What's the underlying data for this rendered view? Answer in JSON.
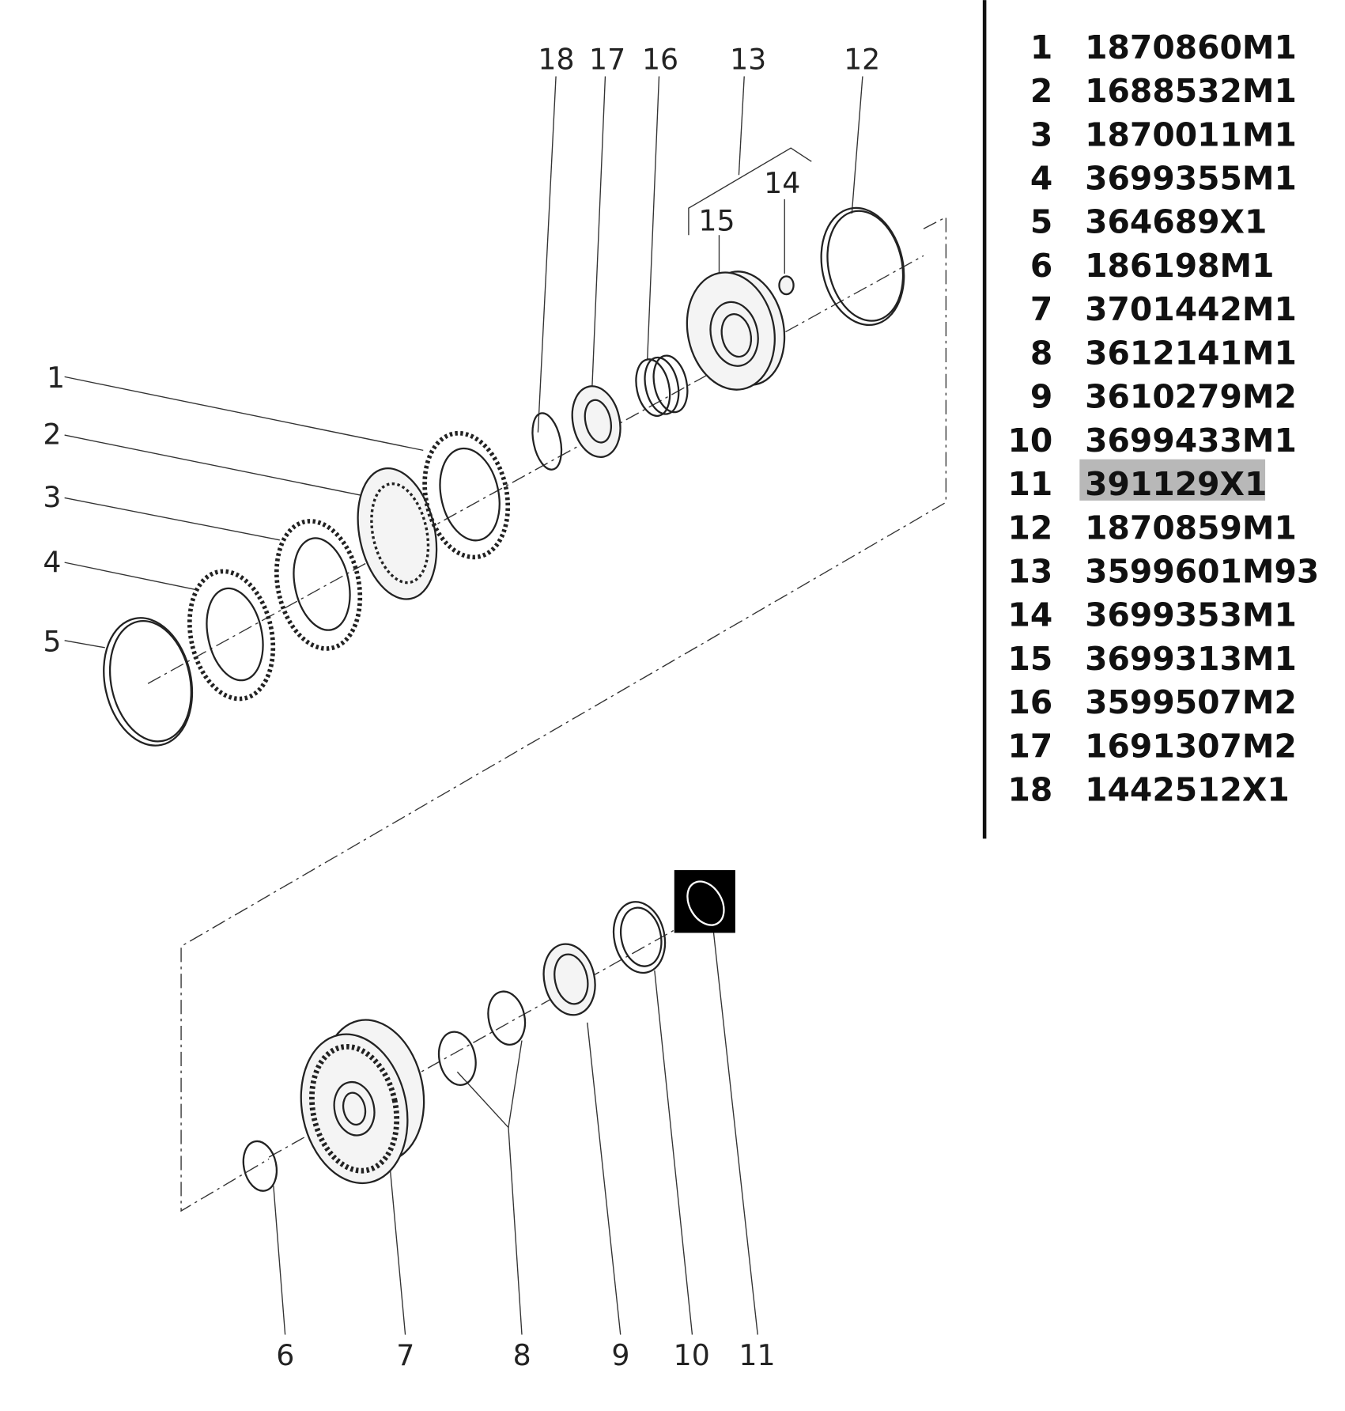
{
  "callouts": {
    "c1": "1",
    "c2": "2",
    "c3": "3",
    "c4": "4",
    "c5": "5",
    "c6": "6",
    "c7": "7",
    "c8": "8",
    "c9": "9",
    "c10": "10",
    "c11": "11",
    "c12": "12",
    "c13": "13",
    "c14": "14",
    "c15": "15",
    "c16": "16",
    "c17": "17",
    "c18": "18"
  },
  "parts_list": {
    "selected_item": "11",
    "highlight_color": "#b8b8b8",
    "rows": [
      {
        "item": "1",
        "part": "1870860M1"
      },
      {
        "item": "2",
        "part": "1688532M1"
      },
      {
        "item": "3",
        "part": "1870011M1"
      },
      {
        "item": "4",
        "part": "3699355M1"
      },
      {
        "item": "5",
        "part": "364689X1"
      },
      {
        "item": "6",
        "part": "186198M1"
      },
      {
        "item": "7",
        "part": "3701442M1"
      },
      {
        "item": "8",
        "part": "3612141M1"
      },
      {
        "item": "9",
        "part": "3610279M2"
      },
      {
        "item": "10",
        "part": "3699433M1"
      },
      {
        "item": "11",
        "part": "391129X1"
      },
      {
        "item": "12",
        "part": "1870859M1"
      },
      {
        "item": "13",
        "part": "3599601M93"
      },
      {
        "item": "14",
        "part": "3699353M1"
      },
      {
        "item": "15",
        "part": "3699313M1"
      },
      {
        "item": "16",
        "part": "3599507M2"
      },
      {
        "item": "17",
        "part": "1691307M2"
      },
      {
        "item": "18",
        "part": "1442512X1"
      }
    ]
  }
}
